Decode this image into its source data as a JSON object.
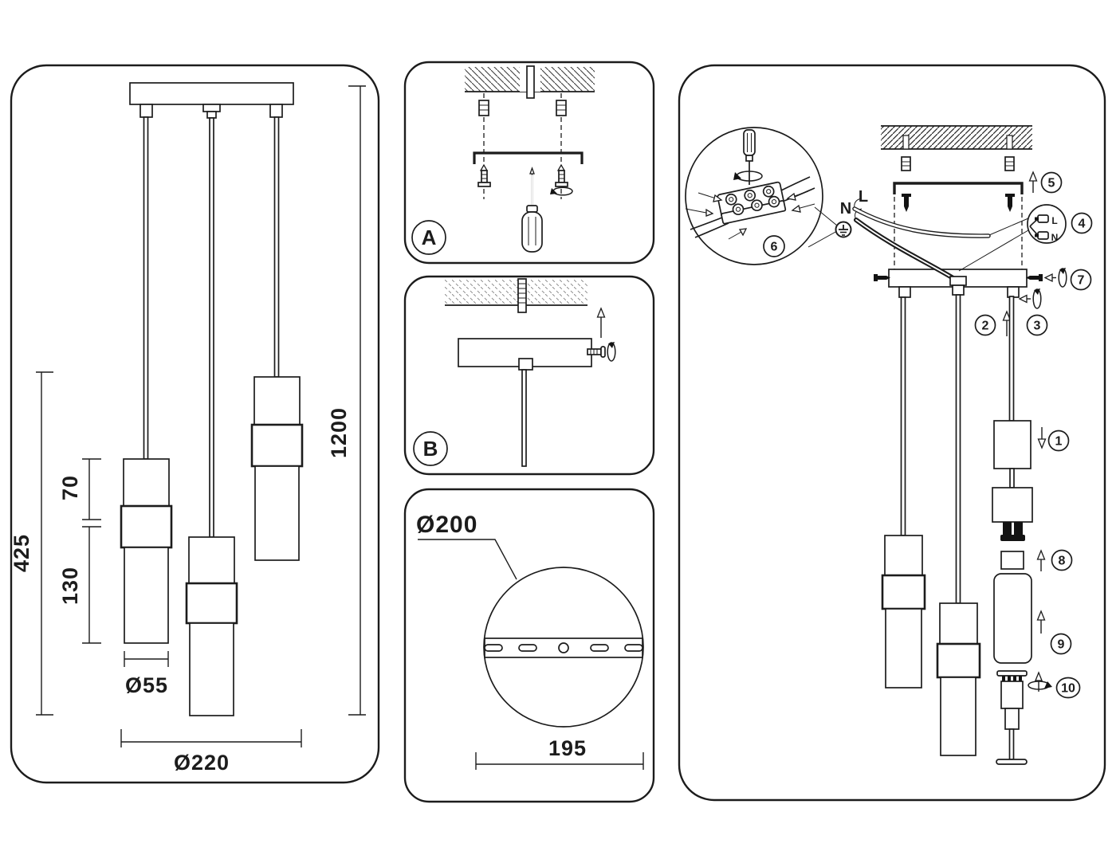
{
  "colors": {
    "ink": "#1c1c1c",
    "paper": "#ffffff"
  },
  "left_panel": {
    "drop": "1200",
    "fixture_height": "425",
    "upper_section": "70",
    "lower_section": "130",
    "shade_diameter": "Ø55",
    "overall_diameter": "Ø220"
  },
  "panel_a": {
    "label": "A"
  },
  "panel_b": {
    "label": "B"
  },
  "panel_canopy": {
    "canopy_diameter": "Ø200",
    "bracket_length": "195"
  },
  "panel_assembly": {
    "neutral": "N",
    "live": "L",
    "detail_live": "L",
    "detail_neutral": "N",
    "steps": [
      "1",
      "2",
      "3",
      "4",
      "5",
      "6",
      "7",
      "8",
      "9",
      "10"
    ]
  }
}
